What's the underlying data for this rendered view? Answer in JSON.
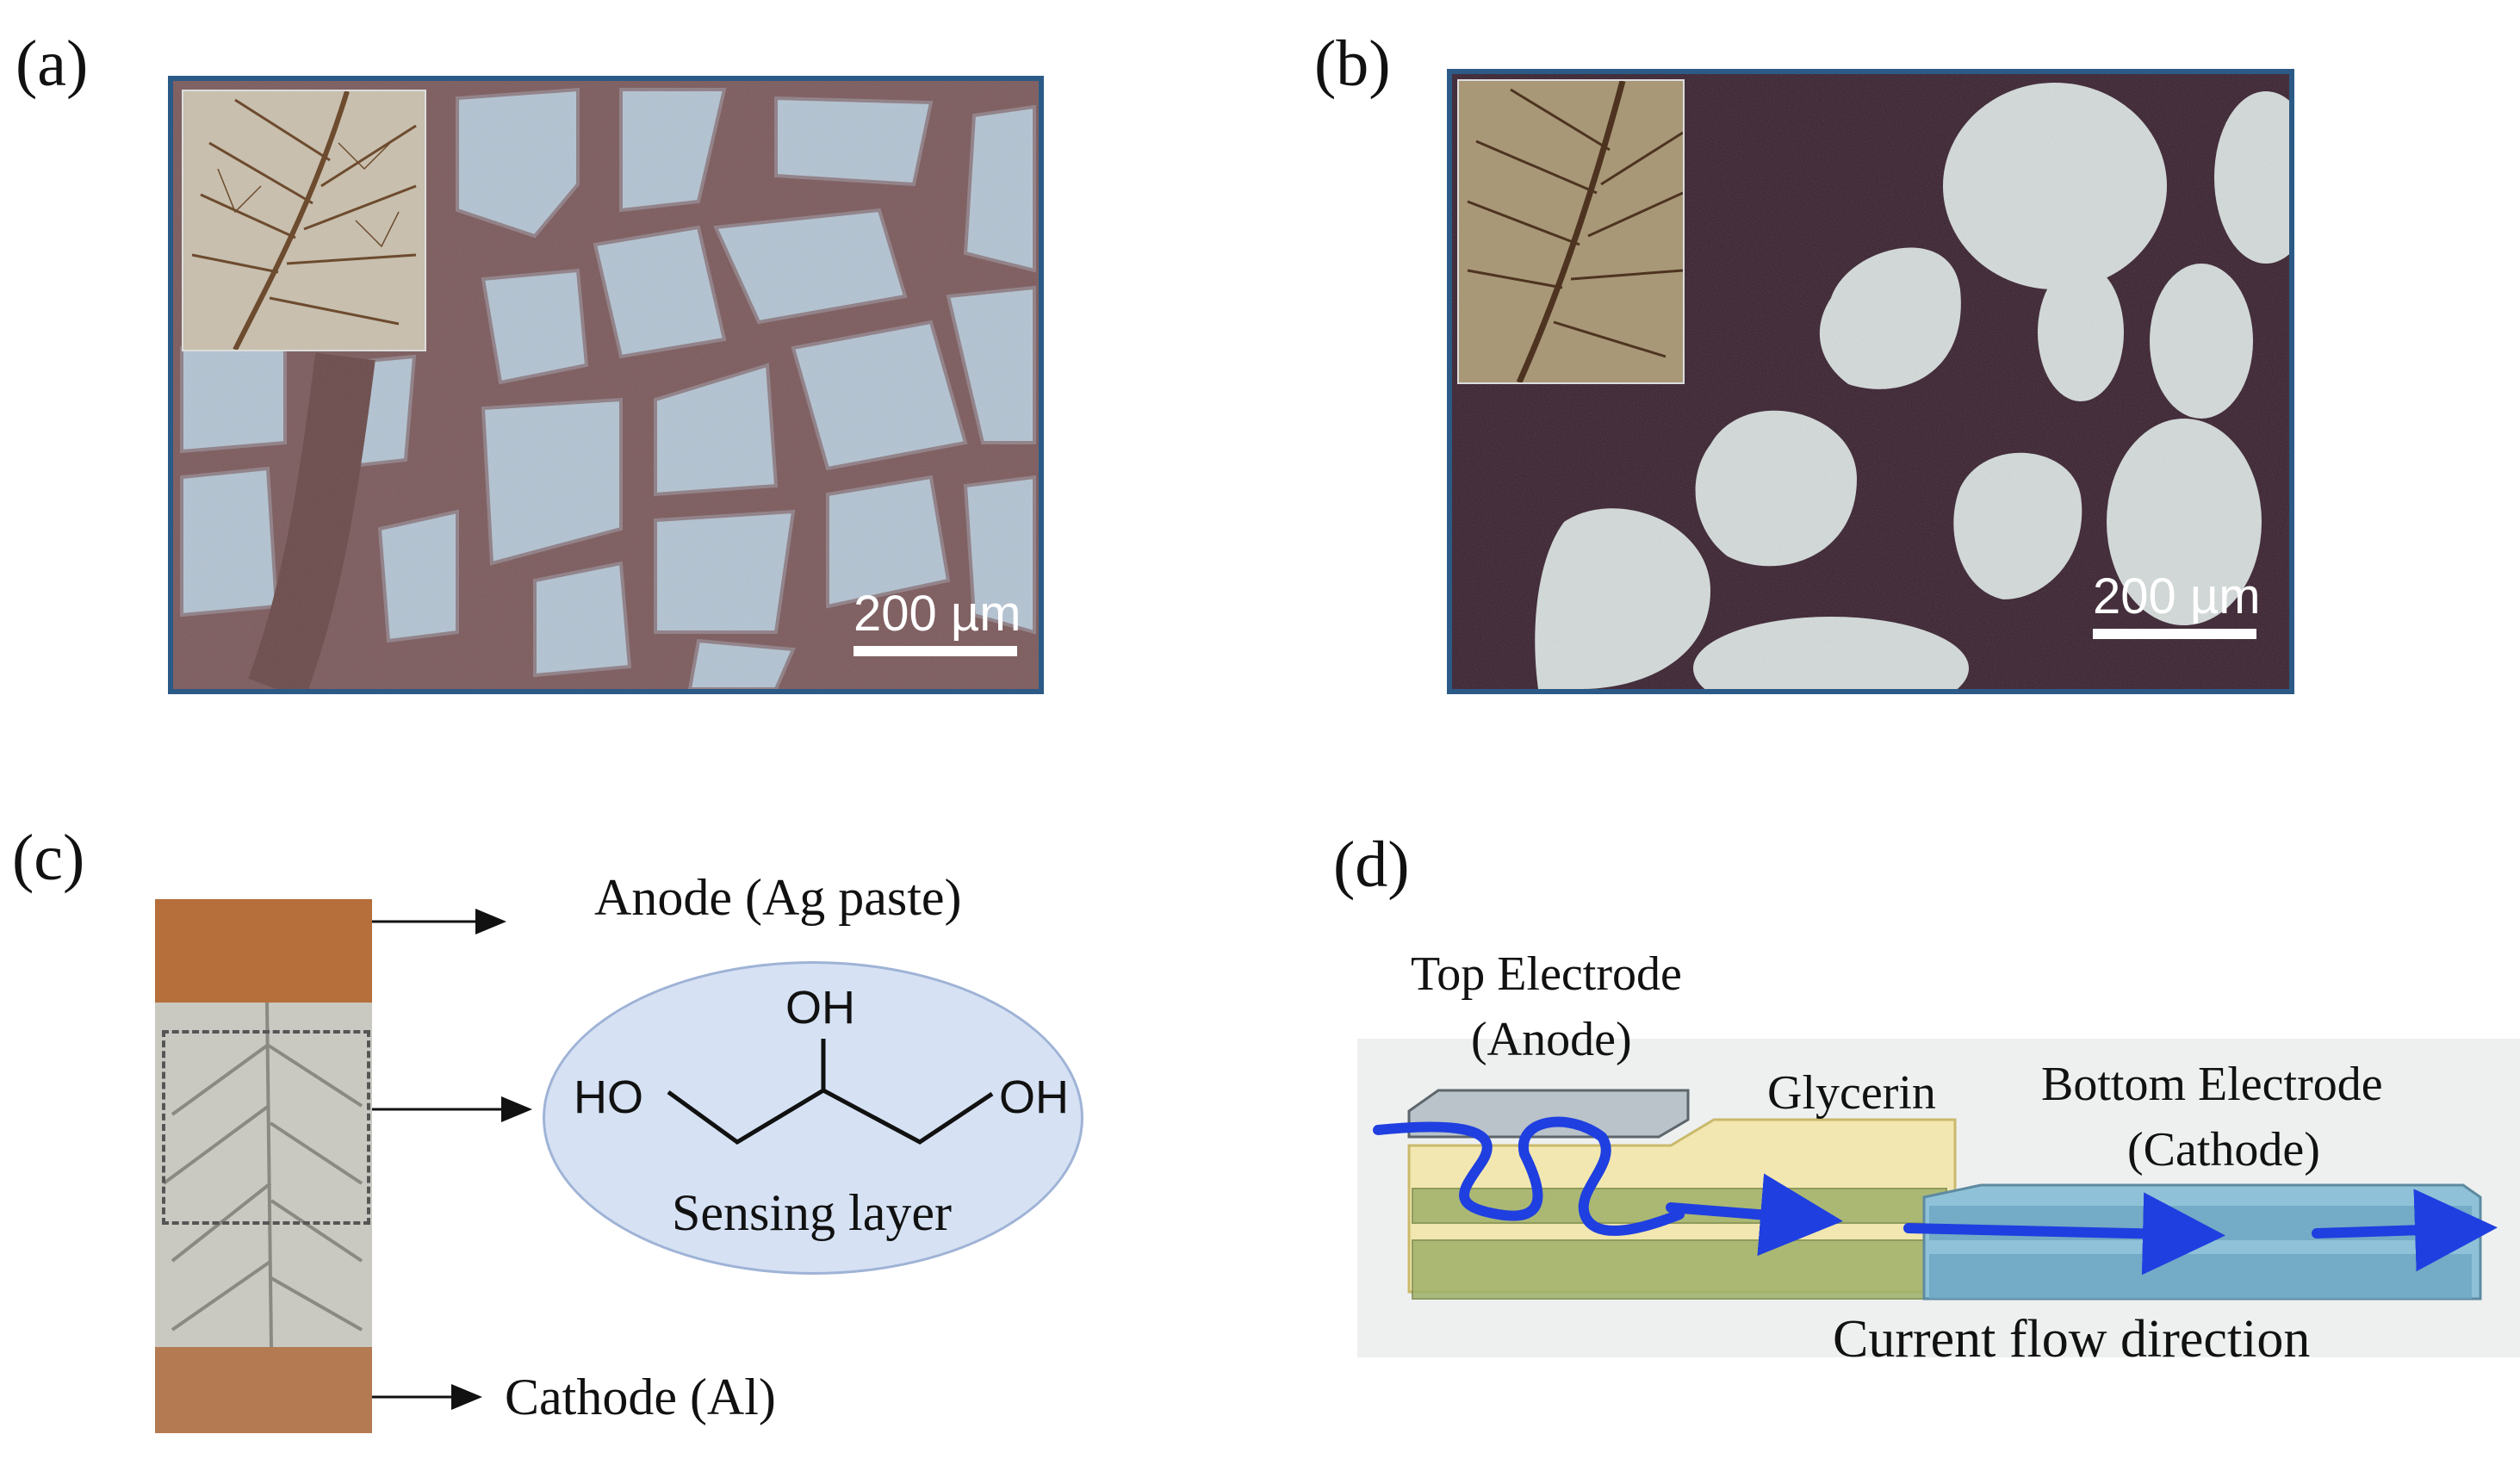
{
  "panels": {
    "a": {
      "label": "(a)",
      "scale": "200 µm"
    },
    "b": {
      "label": "(b)",
      "scale": "200 µm"
    },
    "c": {
      "label": "(c)",
      "anode": "Anode (Ag paste)",
      "cathode": "Cathode (Al)",
      "sensing": "Sensing layer",
      "molecule": {
        "oh_top": "OH",
        "ho_left": "HO",
        "oh_right": "OH"
      }
    },
    "d": {
      "label": "(d)",
      "top_electrode_1": "Top Electrode",
      "top_electrode_2": "(Anode)",
      "glycerin": "Glycerin",
      "bottom_electrode_1": "Bottom Electrode",
      "bottom_electrode_2": "(Cathode)",
      "current": "Current flow direction"
    }
  },
  "colors": {
    "frame": "#2b5a86",
    "flow_arrow": "#1f3fe0",
    "ellipse": "#d6e2f4"
  }
}
